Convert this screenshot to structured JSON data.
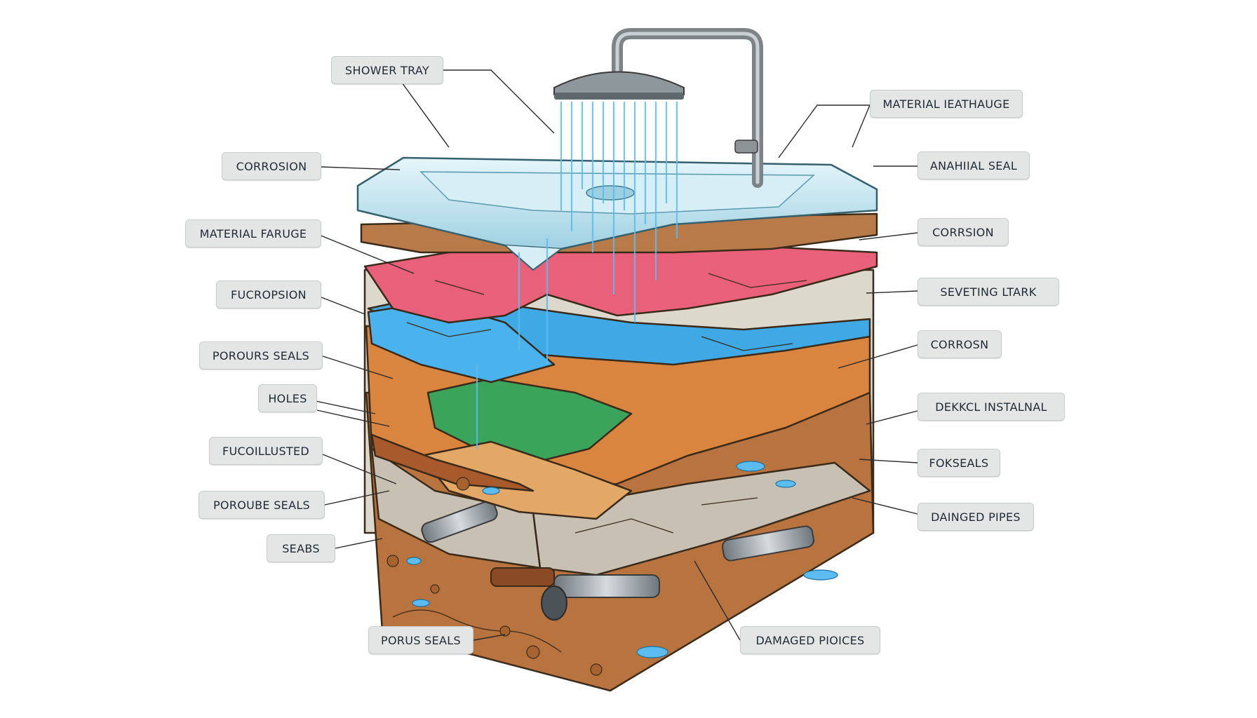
{
  "labels": {
    "shower_tray": "SHOWER TRAY",
    "corrosion_left": "CORROSION",
    "material_farguge": "MATERIAL FARUGE",
    "fucropsion": "FUCROPSION",
    "porours_seals": "POROURS SEALS",
    "holes": "HOLES",
    "fucoillusted": "FUCOILLUSTED",
    "poroube_seals": "POROUBE SEALS",
    "seabs": "SEABS",
    "porus_seals": "PORUS SEALS",
    "material_ieathauge": "MATERIAL IEATHAUGE",
    "anahiial_seal": "ANAHIIAL SEAL",
    "corrsion": "CORRSION",
    "seveting_ltark": "SEVETING LTARK",
    "corrosn": "CORROSN",
    "dekkcl_instalnal": "DEKKCL INSTALNAL",
    "fokseals": "FOKSEALS",
    "dainged_pipes": "DAINGED PIPES",
    "damaged_pioices": "DAMAGED PIOICES"
  },
  "colors": {
    "tray": "#bfe4ef",
    "pink_layer": "#e8607a",
    "blue_layer": "#3fa9e6",
    "orange_layer": "#d9843f",
    "green_layer": "#3aa55a",
    "soil": "#b8733e",
    "concrete": "#c8c0b2",
    "water": "#5bbcf0",
    "pipe": "#9ca3a8"
  }
}
